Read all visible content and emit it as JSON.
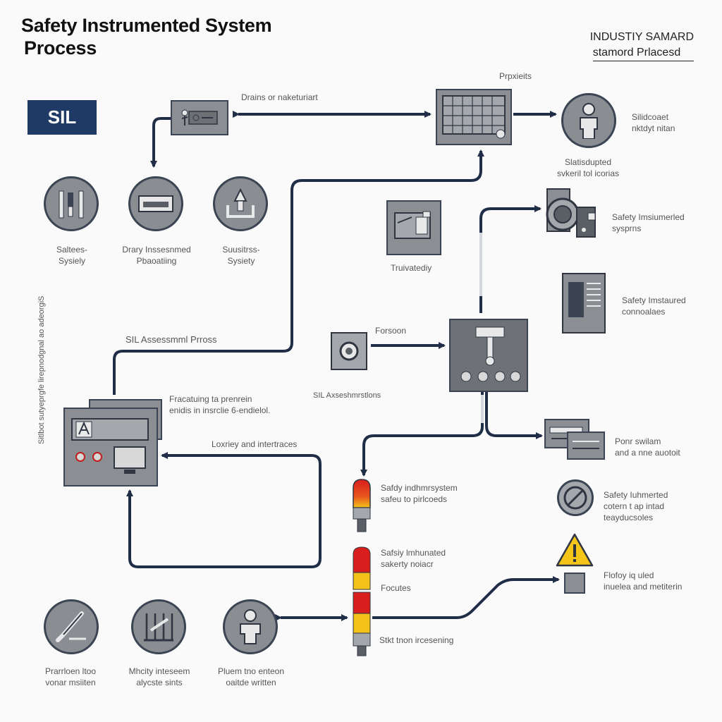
{
  "header": {
    "title_line1": "Safety Instrumented System",
    "title_line2": "Process",
    "standard_line1": "INDUSTIY SAMARD",
    "standard_line2": "stamord Prlacesd"
  },
  "badge": "SIL",
  "top": {
    "arrow_label": "Drains or naketuriart",
    "panel_label": "Prpxieits",
    "person_label_1": "Silidcoaet",
    "person_label_2": "nktdyt nitan",
    "sub_label_1": "Slatisdupted",
    "sub_label_2": "svkeril tol icorias"
  },
  "circles_top": [
    {
      "line1": "Saltees-",
      "line2": "Sysiely"
    },
    {
      "line1": "Drary Inssesnmed",
      "line2": "Pbaoatiing"
    },
    {
      "line1": "Suusitrss-",
      "line2": "Sysiety"
    }
  ],
  "middle": {
    "sil_assessment": "SIL Assessmml Prross",
    "side_vertical": "Sitlbot sutyeprgfe lirepnodgnal ao adeorgiS",
    "trivate_label": "Truivatediy",
    "safety_1_l1": "Safety Imsiumerled",
    "safety_1_l2": "sysprns",
    "safety_2_l1": "Safety Imstaured",
    "safety_2_l2": "connoalaes",
    "forsoon": "Forsoon",
    "sil_aksech": "SIL Axseshmrstlons",
    "fracatuing_l1": "Fracatuing ta prenrein",
    "fracatuing_l2": "enidis in insrclie 6-endielol.",
    "loxriey": "Loxriey and intertraces",
    "ponr_l1": "Ponr swilam",
    "ponr_l2": "and a nne auotoit"
  },
  "lights": {
    "l1_line1": "Safdy indhmrsystem",
    "l1_line2": "safeu to pirlcoeds",
    "l2_line1": "Safsiy lmhunated",
    "l2_line2": "sakerty noiacr",
    "focutes": "Focutes",
    "stack": "Stkt tnon ircesening"
  },
  "right": {
    "r1_line1": "Safety Iuhmerted",
    "r1_line2": "cotern t ap intad",
    "r1_line3": "teayducsoles",
    "r2_line1": "Flofoy iq uled",
    "r2_line2": "inuelea and metiterin"
  },
  "circles_bottom": [
    {
      "line1": "Prarrloen ltoo",
      "line2": "vonar msiiten"
    },
    {
      "line1": "Mhcity inteseem",
      "line2": "alycste sints"
    },
    {
      "line1": "Pluem tno enteon",
      "line2": "oaitde written"
    }
  ],
  "colors": {
    "navy": "#1f3a64",
    "wire": "#1f2d47",
    "gray": "#8a8d91",
    "red": "#d91e1e",
    "yellow": "#f2c21a",
    "warning": "#f5c518"
  }
}
